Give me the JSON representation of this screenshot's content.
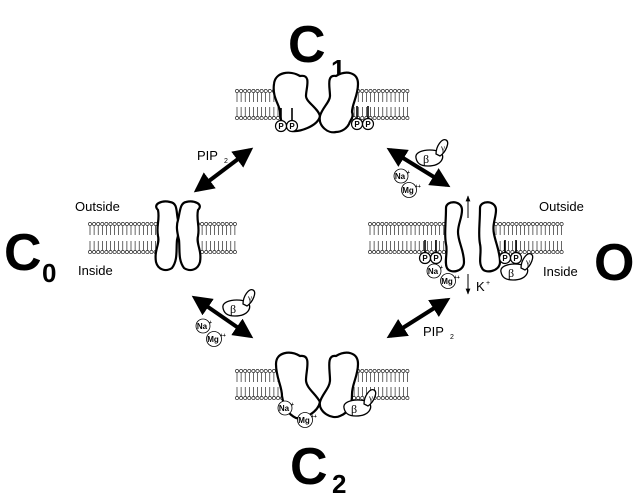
{
  "title": "Kir channel gating scheme: closed states C0, C1, C2 and open state O",
  "colors": {
    "ink": "#000000",
    "background": "#ffffff"
  },
  "states": {
    "c0": {
      "label": "C",
      "subscript": "0"
    },
    "c1": {
      "label": "C",
      "subscript": "1"
    },
    "c2": {
      "label": "C",
      "subscript": "2"
    },
    "o": {
      "label": "O",
      "subscript": ""
    }
  },
  "membrane_labels": {
    "left_outside": "Outside",
    "left_inside": "Inside",
    "right_outside": "Outside",
    "right_inside": "Inside"
  },
  "transitions": [
    {
      "from": "C0",
      "to": "C1",
      "label": "PIP",
      "label_sub": "2"
    },
    {
      "from": "C1",
      "to": "O",
      "label": "Gβγ, Na+, Mg++"
    },
    {
      "from": "C0",
      "to": "C2",
      "label": "Gβγ, Na+, Mg++"
    },
    {
      "from": "C2",
      "to": "O",
      "label": "PIP",
      "label_sub": "2"
    }
  ],
  "pip2": {
    "text": "PIP",
    "sub": "2"
  },
  "ions": {
    "na": {
      "text": "Na",
      "charge": "+"
    },
    "mg": {
      "text": "Mg",
      "charge": "++"
    },
    "k": {
      "text": "K",
      "charge": "+"
    }
  },
  "phosphate": "P",
  "g_protein": {
    "beta": "β",
    "gamma": "γ"
  }
}
